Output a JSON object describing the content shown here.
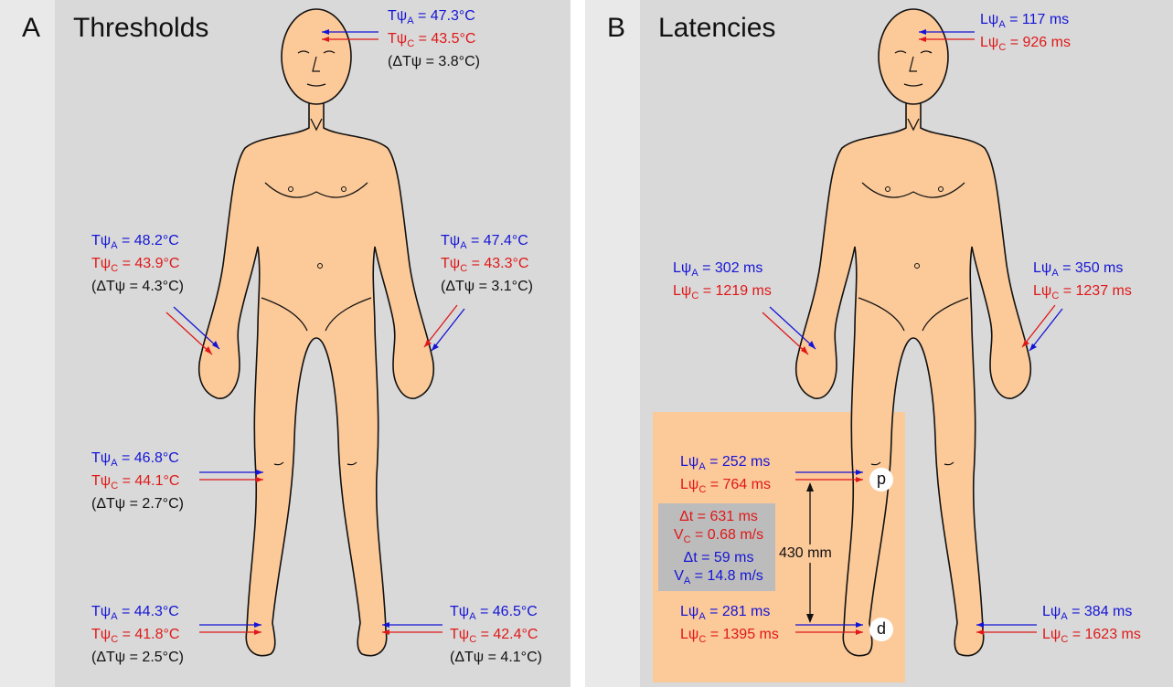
{
  "panel_a": {
    "letter": "A",
    "title": "Thresholds",
    "labels": [
      {
        "id": "head",
        "lines": [
          {
            "prefix": "Tψ",
            "sub": "A",
            "text": " = 47.3°C",
            "color": "blue"
          },
          {
            "prefix": "Tψ",
            "sub": "C",
            "text": " = 43.5°C",
            "color": "red"
          },
          {
            "prefix": "",
            "sub": "",
            "text": "(ΔTψ = 3.8°C)",
            "color": "black"
          }
        ]
      },
      {
        "id": "right-hand",
        "lines": [
          {
            "prefix": "Tψ",
            "sub": "A",
            "text": " = 48.2°C",
            "color": "blue"
          },
          {
            "prefix": "Tψ",
            "sub": "C",
            "text": " = 43.9°C",
            "color": "red"
          },
          {
            "prefix": "",
            "sub": "",
            "text": "(ΔTψ = 4.3°C)",
            "color": "black"
          }
        ]
      },
      {
        "id": "left-hand",
        "lines": [
          {
            "prefix": "Tψ",
            "sub": "A",
            "text": " = 47.4°C",
            "color": "blue"
          },
          {
            "prefix": "Tψ",
            "sub": "C",
            "text": " = 43.3°C",
            "color": "red"
          },
          {
            "prefix": "",
            "sub": "",
            "text": "(ΔTψ = 3.1°C)",
            "color": "black"
          }
        ]
      },
      {
        "id": "knee",
        "lines": [
          {
            "prefix": "Tψ",
            "sub": "A",
            "text": " = 46.8°C",
            "color": "blue"
          },
          {
            "prefix": "Tψ",
            "sub": "C",
            "text": " = 44.1°C",
            "color": "red"
          },
          {
            "prefix": "",
            "sub": "",
            "text": "(ΔTψ = 2.7°C)",
            "color": "black"
          }
        ]
      },
      {
        "id": "right-foot",
        "lines": [
          {
            "prefix": "Tψ",
            "sub": "A",
            "text": " = 44.3°C",
            "color": "blue"
          },
          {
            "prefix": "Tψ",
            "sub": "C",
            "text": " = 41.8°C",
            "color": "red"
          },
          {
            "prefix": "",
            "sub": "",
            "text": "(ΔTψ = 2.5°C)",
            "color": "black"
          }
        ]
      },
      {
        "id": "left-foot",
        "lines": [
          {
            "prefix": "Tψ",
            "sub": "A",
            "text": " = 46.5°C",
            "color": "blue"
          },
          {
            "prefix": "Tψ",
            "sub": "C",
            "text": " = 42.4°C",
            "color": "red"
          },
          {
            "prefix": "",
            "sub": "",
            "text": "(ΔTψ = 4.1°C)",
            "color": "black"
          }
        ]
      }
    ]
  },
  "panel_b": {
    "letter": "B",
    "title": "Latencies",
    "labels": [
      {
        "id": "head",
        "lines": [
          {
            "prefix": "Lψ",
            "sub": "A",
            "text": " = 117 ms",
            "color": "blue"
          },
          {
            "prefix": "Lψ",
            "sub": "C",
            "text": " = 926 ms",
            "color": "red"
          }
        ]
      },
      {
        "id": "right-hand",
        "lines": [
          {
            "prefix": "Lψ",
            "sub": "A",
            "text": " = 302 ms",
            "color": "blue"
          },
          {
            "prefix": "Lψ",
            "sub": "C",
            "text": " = 1219 ms",
            "color": "red"
          }
        ]
      },
      {
        "id": "left-hand",
        "lines": [
          {
            "prefix": "Lψ",
            "sub": "A",
            "text": " = 350 ms",
            "color": "blue"
          },
          {
            "prefix": "Lψ",
            "sub": "C",
            "text": " = 1237 ms",
            "color": "red"
          }
        ]
      },
      {
        "id": "knee",
        "lines": [
          {
            "prefix": "Lψ",
            "sub": "A",
            "text": " = 252 ms",
            "color": "blue"
          },
          {
            "prefix": "Lψ",
            "sub": "C",
            "text": " = 764 ms",
            "color": "red"
          }
        ]
      },
      {
        "id": "right-foot",
        "lines": [
          {
            "prefix": "Lψ",
            "sub": "A",
            "text": " = 281 ms",
            "color": "blue"
          },
          {
            "prefix": "Lψ",
            "sub": "C",
            "text": " = 1395 ms",
            "color": "red"
          }
        ]
      },
      {
        "id": "left-foot",
        "lines": [
          {
            "prefix": "Lψ",
            "sub": "A",
            "text": " = 384 ms",
            "color": "blue"
          },
          {
            "prefix": "Lψ",
            "sub": "C",
            "text": " = 1623 ms",
            "color": "red"
          }
        ]
      }
    ],
    "conduction": {
      "lines": [
        {
          "prefix": "Δt",
          "sub": "",
          "text": " = 631  ms",
          "color": "red"
        },
        {
          "prefix": "V",
          "sub": "C",
          "text": " = 0.68 m/s",
          "color": "red"
        },
        {
          "prefix": "Δt",
          "sub": "",
          "text": " = 59 ms",
          "color": "blue"
        },
        {
          "prefix": "V",
          "sub": "A",
          "text": " = 14.8 m/s",
          "color": "blue"
        }
      ],
      "distance": "430 mm",
      "proximal": "p",
      "distal": "d"
    }
  },
  "colors": {
    "blue": "#1515d6",
    "red": "#e01818",
    "black": "#111111",
    "skin": "#fcc999",
    "background": "#d9d9d9"
  }
}
